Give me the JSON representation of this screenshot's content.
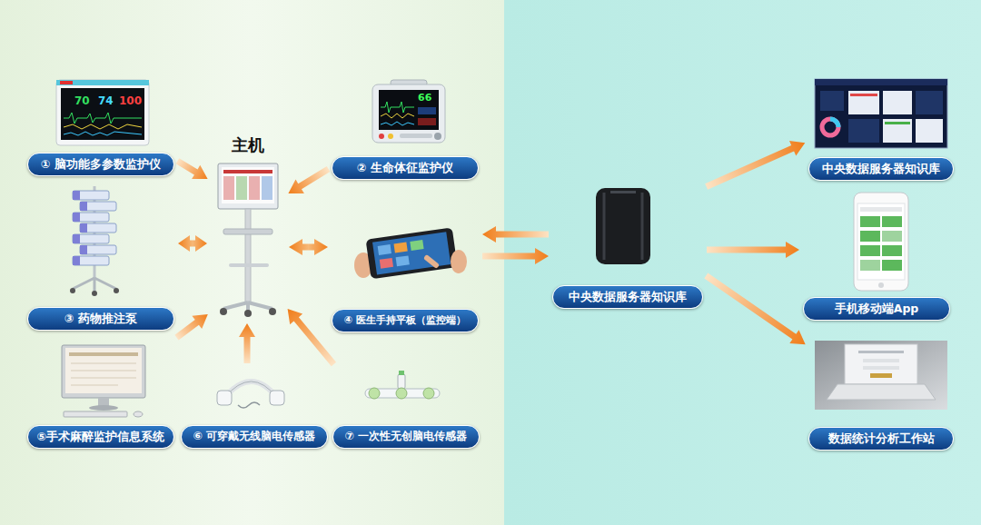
{
  "diagram": {
    "nodes": [
      {
        "text": [
          "① 脑功能多参数监护仪"
        ]
      },
      {
        "text": [
          "主机"
        ]
      },
      {
        "text": [
          "② 生命体征监护仪"
        ]
      },
      {
        "text": [
          "③ 药物推注泵"
        ]
      },
      {
        "text": [
          "④ 医生手持平板（监控端）"
        ]
      },
      {
        "text": [
          "⑤手术麻醉监护信息系统"
        ]
      },
      {
        "text": [
          "⑥ 可穿戴无线脑电传感器"
        ]
      },
      {
        "text": [
          "⑦ 一次性无创脑电传感器"
        ]
      },
      {
        "text": [
          "中央数据服务器知识库"
        ]
      },
      {
        "text": [
          "中央数据服务器知识库"
        ]
      },
      {
        "text": [
          "手机移动端App"
        ]
      },
      {
        "text": [
          "数据统计分析工作站"
        ]
      }
    ],
    "edges": [
      {
        "from": 0,
        "to": 1,
        "arrow": "to"
      },
      {
        "from": 2,
        "to": 1,
        "arrow": "to"
      },
      {
        "from": 3,
        "to": 1,
        "arrow": "both"
      },
      {
        "from": 1,
        "to": 4,
        "arrow": "both"
      },
      {
        "from": 5,
        "to": 1,
        "arrow": "to"
      },
      {
        "from": 6,
        "to": 1,
        "arrow": "to"
      },
      {
        "from": 7,
        "to": 1,
        "arrow": "to"
      },
      {
        "from": 8,
        "to": 4,
        "arrow": "to"
      },
      {
        "from": 4,
        "to": 8,
        "arrow": "to"
      },
      {
        "from": 8,
        "to": 9,
        "arrow": "to"
      },
      {
        "from": 8,
        "to": 10,
        "arrow": "to"
      },
      {
        "from": 8,
        "to": 11,
        "arrow": "to"
      }
    ],
    "labels": [
      "70",
      "74",
      "100",
      "66"
    ]
  }
}
